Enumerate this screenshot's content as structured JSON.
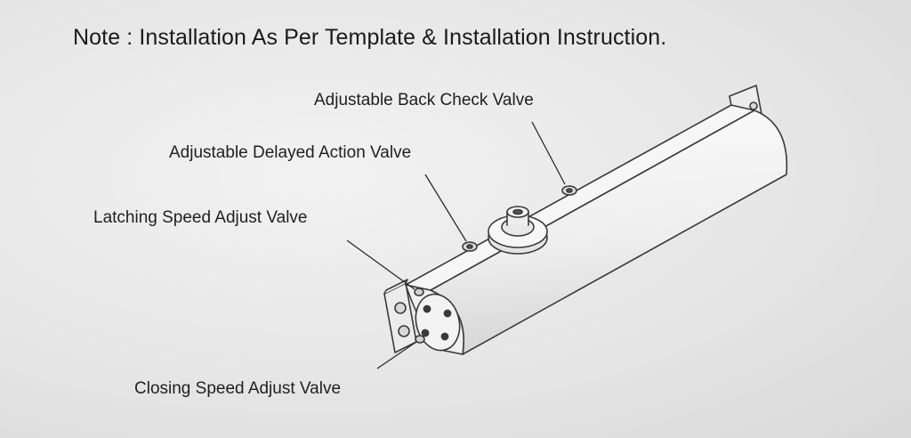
{
  "note": "Note : Installation As Per Template & Installation Instruction.",
  "callouts": {
    "back_check": "Adjustable Back Check Valve",
    "delayed_action": "Adjustable Delayed Action Valve",
    "latching_speed": "Latching Speed Adjust Valve",
    "closing_speed": "Closing Speed Adjust Valve"
  },
  "colors": {
    "line": "#3a3a3a",
    "body_light": "#f7f7f7",
    "body_shade": "#dcdcdc"
  }
}
